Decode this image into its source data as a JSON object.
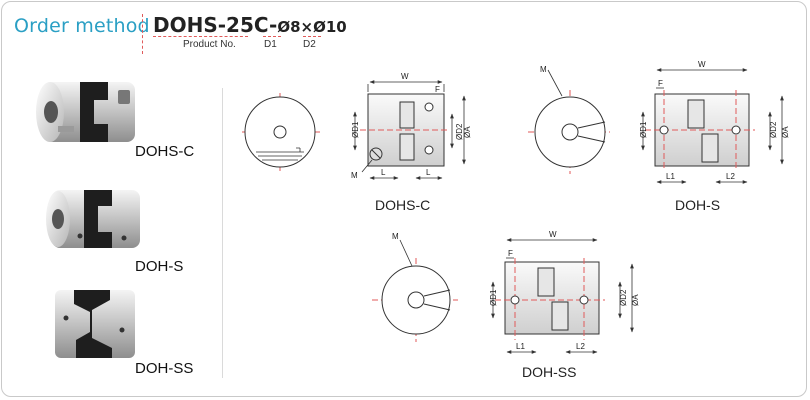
{
  "header": {
    "title": "Order method",
    "model_code": "DOHS-25C-",
    "d1_value": "Ø8",
    "times": "×",
    "d2_value": "Ø10",
    "product_no_label": "Product No.",
    "d1_label": "D1",
    "d2_label": "D2"
  },
  "products": [
    {
      "label": "DOHS-C"
    },
    {
      "label": "DOH-S"
    },
    {
      "label": "DOH-SS"
    }
  ],
  "drawings": [
    {
      "caption": "DOHS-C"
    },
    {
      "caption": "DOH-S"
    },
    {
      "caption": "DOH-SS"
    }
  ],
  "dims": {
    "w": "W",
    "f": "F",
    "d1": "ØD1",
    "d2": "ØD2",
    "a": "ØA",
    "l": "L",
    "l1": "L1",
    "l2": "L2",
    "m": "M"
  },
  "colors": {
    "accent": "#2a9fc4",
    "centerline": "#e05a5a",
    "body": "#c9c9c9",
    "elastomer": "#1e1e1e"
  }
}
